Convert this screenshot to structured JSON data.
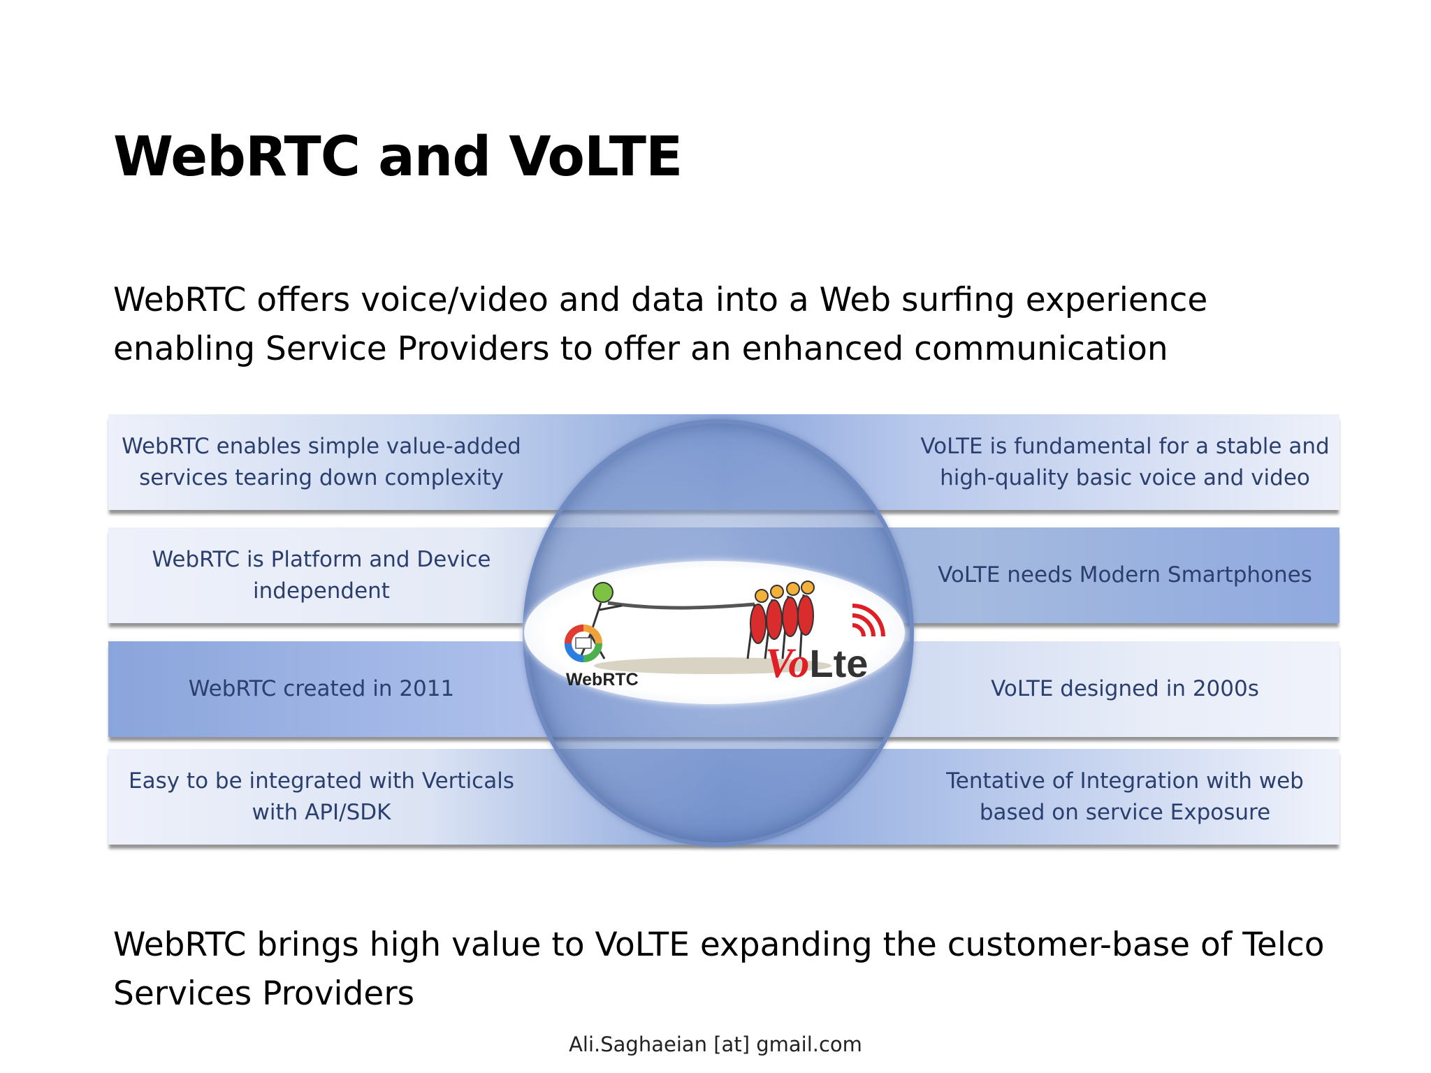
{
  "slide": {
    "title": "WebRTC and VoLTE",
    "intro": "WebRTC offers voice/video and data into a Web surfing experience enabling Service Providers to offer an enhanced communication",
    "outro": "WebRTC brings high value to VoLTE expanding the customer-base of Telco Services Providers",
    "footer": "Ali.Saghaeian [at] gmail.com"
  },
  "comparison": {
    "rows": [
      {
        "webrtc": [
          "WebRTC enables simple value-added",
          "services tearing down complexity"
        ],
        "volte": [
          "VoLTE is fundamental for a stable and",
          "high-quality basic voice and video"
        ]
      },
      {
        "webrtc": [
          "WebRTC is Platform and Device",
          "independent"
        ],
        "volte": [
          "VoLTE needs Modern Smartphones"
        ]
      },
      {
        "webrtc": [
          "WebRTC created in 2011"
        ],
        "volte": [
          "VoLTE designed in 2000s"
        ]
      },
      {
        "webrtc": [
          "Easy to be integrated with Verticals",
          "with API/SDK"
        ],
        "volte": [
          "Tentative of Integration with web",
          "based on service Exposure"
        ]
      }
    ]
  },
  "center_image": {
    "webrtc_logo_text": "WebRTC",
    "volte_logo_vo": "Vo",
    "volte_logo_lte": "Lte",
    "icon": "tug-of-war-illustration"
  },
  "colors": {
    "band_text": "#2b3f6e",
    "band_blue": "#8aa5db",
    "volte_red": "#e01e26"
  }
}
